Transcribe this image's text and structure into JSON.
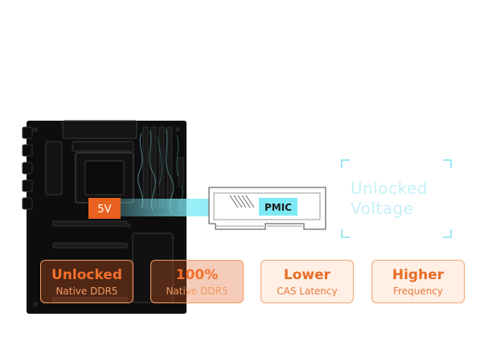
{
  "board": {
    "voltage_label": "5V"
  },
  "module": {
    "chip_label": "PMIC"
  },
  "voltage_box": {
    "line1": "Unlocked",
    "line2": "Voltage"
  },
  "features": [
    {
      "title": "Unlocked",
      "subtitle": "Native DDR5"
    },
    {
      "title": "100%",
      "subtitle": "Native DDR5"
    },
    {
      "title": "Lower",
      "subtitle": "CAS Latency"
    },
    {
      "title": "Higher",
      "subtitle": "Frequency"
    }
  ],
  "colors": {
    "accent_orange": "#e86c26",
    "accent_cyan": "#7ee9f6",
    "board_black": "#0d0d0d"
  }
}
